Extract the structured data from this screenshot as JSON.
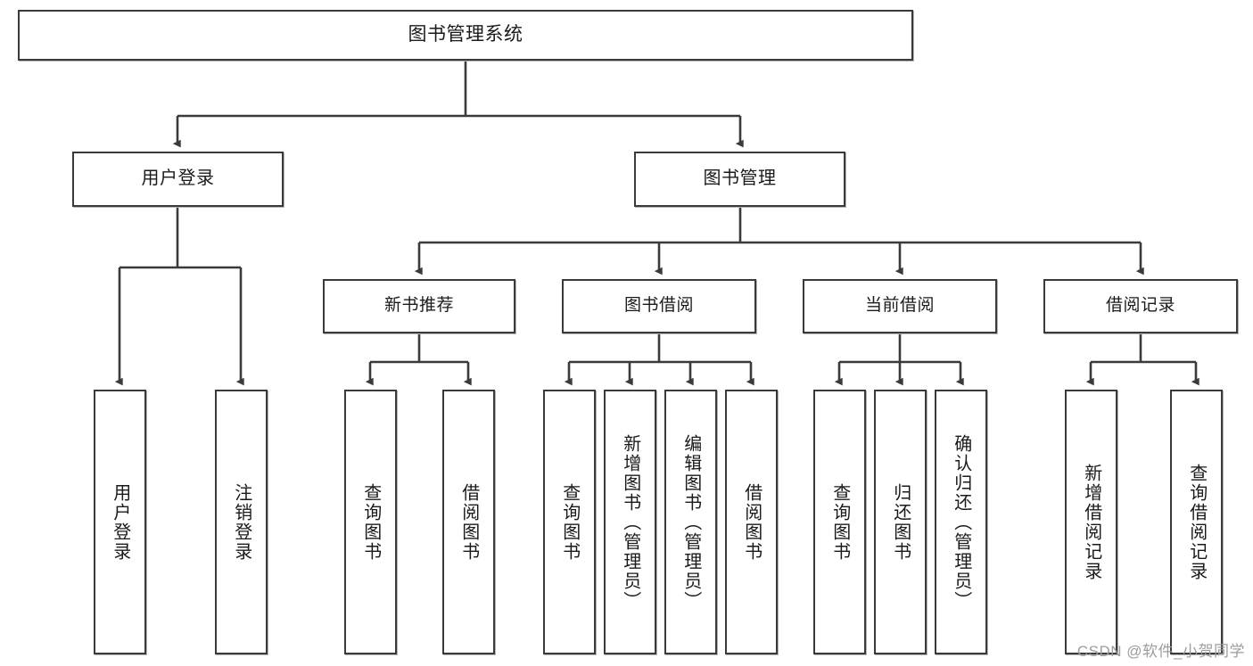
{
  "diagram": {
    "title": "图书管理系统",
    "type": "tree-hierarchy",
    "root": {
      "label": "图书管理系统"
    },
    "level2": [
      {
        "label": "用户登录"
      },
      {
        "label": "图书管理"
      }
    ],
    "level3": [
      {
        "label": "新书推荐"
      },
      {
        "label": "图书借阅"
      },
      {
        "label": "当前借阅"
      },
      {
        "label": "借阅记录"
      }
    ],
    "leaves": {
      "user_login": [
        {
          "label": "用户登录"
        },
        {
          "label": "注销登录"
        }
      ],
      "new_book_recommend": [
        {
          "label": "查询图书"
        },
        {
          "label": "借阅图书"
        }
      ],
      "book_borrow": [
        {
          "label": "查询图书"
        },
        {
          "label": "新增图书（管理员）"
        },
        {
          "label": "编辑图书（管理员）"
        },
        {
          "label": "借阅图书"
        }
      ],
      "current_borrow": [
        {
          "label": "查询图书"
        },
        {
          "label": "归还图书"
        },
        {
          "label": "确认归还（管理员）"
        }
      ],
      "borrow_record": [
        {
          "label": "新增借阅记录"
        },
        {
          "label": "查询借阅记录"
        }
      ]
    },
    "watermark": "CSDN @软件_小贺同学",
    "colors": {
      "box_border": "#3a3a3a",
      "box_fill": "#ffffff",
      "connector": "#3a3a3a",
      "text": "#1a1a1a",
      "watermark": "#9d9d9d"
    }
  }
}
